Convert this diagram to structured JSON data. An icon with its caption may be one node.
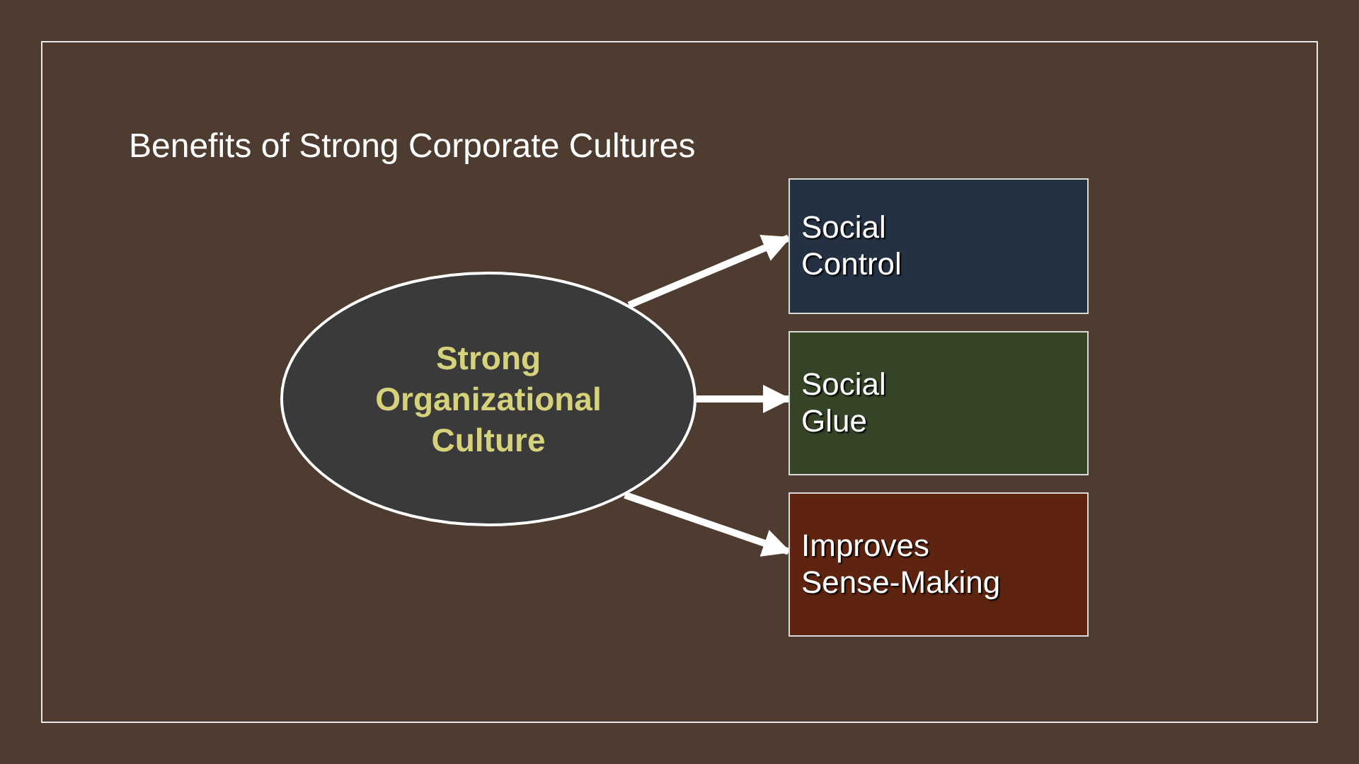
{
  "diagram": {
    "title": "Benefits of Strong Corporate Cultures",
    "nodes": [
      {
        "text": [
          "Strong Organizational Culture"
        ]
      },
      {
        "text": [
          "Social Control"
        ]
      },
      {
        "text": [
          "Social Glue"
        ]
      },
      {
        "text": [
          "Improves Sense-Making"
        ]
      }
    ],
    "edges": [
      {
        "from": 0,
        "to": 1,
        "arrow": "to"
      },
      {
        "from": 0,
        "to": 2,
        "arrow": "to"
      },
      {
        "from": 0,
        "to": 3,
        "arrow": "to"
      }
    ]
  }
}
